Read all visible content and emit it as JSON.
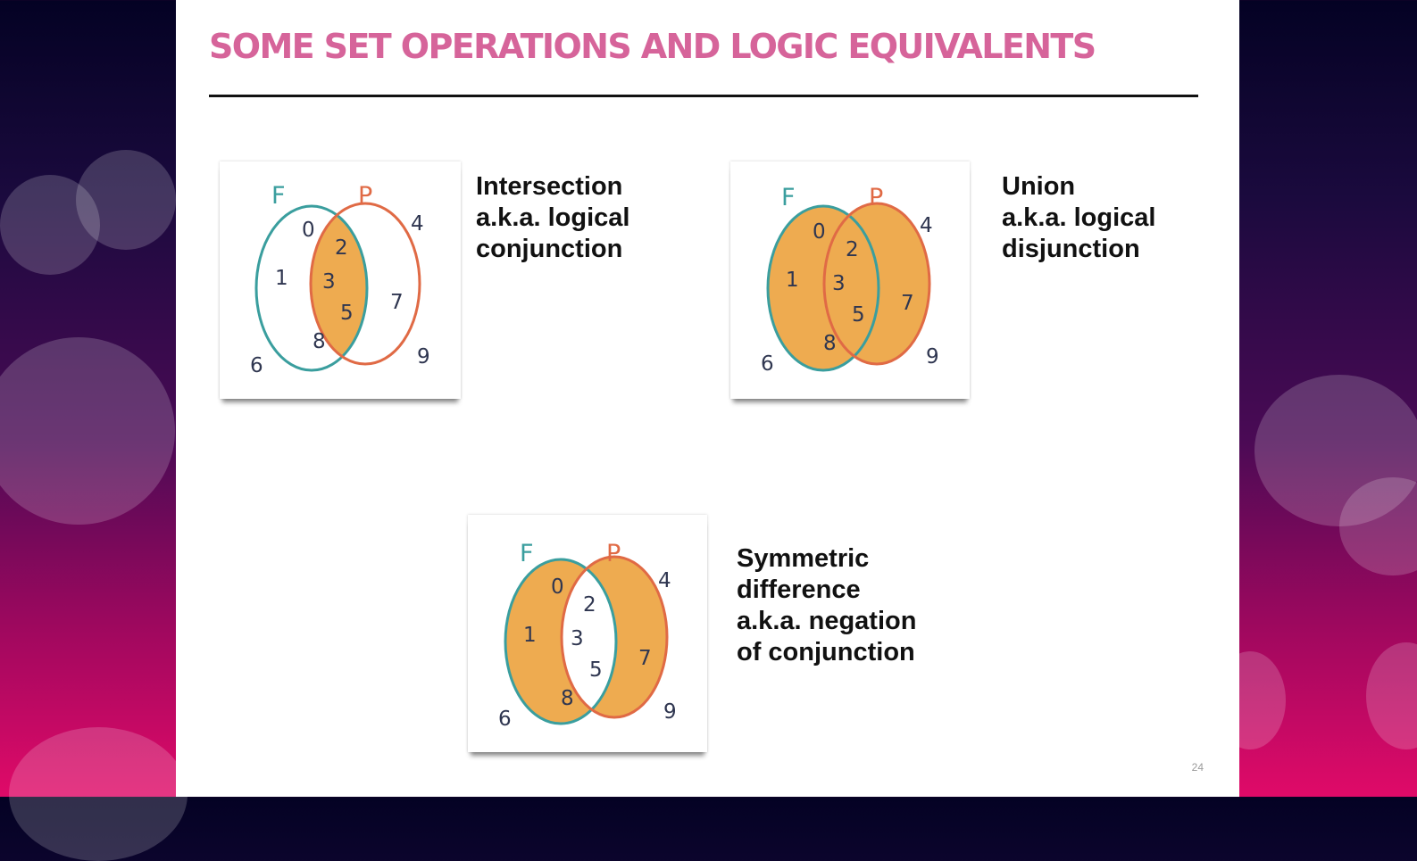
{
  "slide": {
    "title": "SOME SET OPERATIONS AND LOGIC EQUIVALENTS",
    "page_number": "24"
  },
  "colors": {
    "title": "#d6649a",
    "set_f": "#3a9e9e",
    "set_p": "#e06a45",
    "fill": "#eeab50",
    "digits": "#2f3650"
  },
  "venn_labels": {
    "set_f": "F",
    "set_p": "P",
    "digits": [
      "0",
      "1",
      "2",
      "3",
      "4",
      "5",
      "6",
      "7",
      "8",
      "9"
    ]
  },
  "diagrams": {
    "intersection": {
      "shaded": "intersection",
      "caption": [
        "Intersection",
        "a.k.a. logical",
        "conjunction"
      ]
    },
    "union": {
      "shaded": "union",
      "caption": [
        "Union",
        "a.k.a. logical",
        "disjunction"
      ]
    },
    "symmetric_difference": {
      "shaded": "symmetric difference",
      "caption": [
        "Symmetric",
        "difference",
        "a.k.a. negation",
        "of conjunction"
      ]
    }
  }
}
